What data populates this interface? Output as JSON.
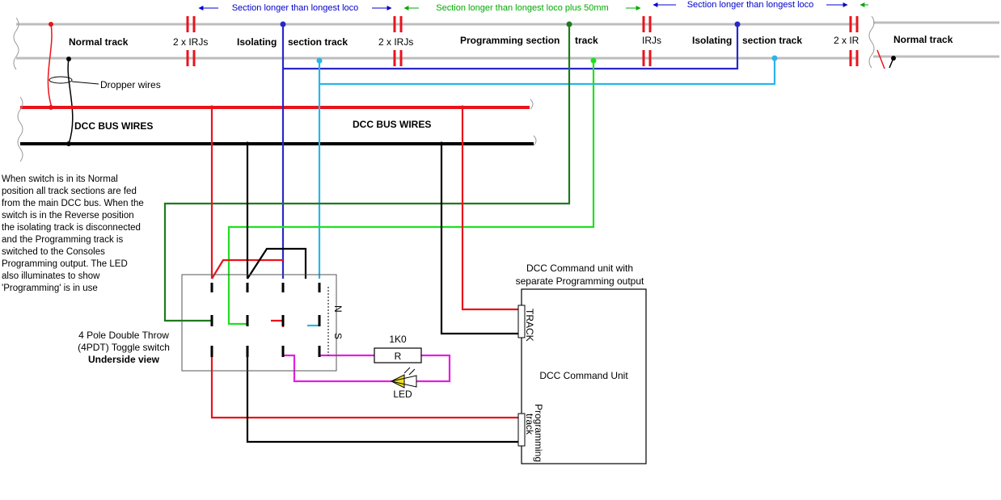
{
  "dimensions": {
    "left": "Section longer than longest loco",
    "middle": "Section longer than longest loco plus 50mm",
    "right": "Section longer than longest loco"
  },
  "track_labels": {
    "normal_left": "Normal track",
    "irj_1": "2 x IRJs",
    "isolating_1a": "Isolating",
    "isolating_1b": "section track",
    "irj_2": "2 x IRJs",
    "programming_a": "Programming section",
    "programming_b": "track",
    "irj_3": "IRJs",
    "isolating_2a": "Isolating",
    "isolating_2b": "section track",
    "irj_4": "2 x IR",
    "normal_right": "Normal track"
  },
  "dropper_label": "Dropper wires",
  "bus_labels": {
    "left": "DCC BUS WIRES",
    "right": "DCC BUS WIRES"
  },
  "note": "When switch is in its Normal position all track sections are fed from the main DCC bus. When the switch is in the Reverse position the isolating track is disconnected and the Programming track is switched to the Consoles Programming output. The LED also illuminates to show 'Programming' is in use",
  "switch": {
    "line1": "4 Pole Double Throw",
    "line2": "(4PDT) Toggle switch",
    "line3": "Underside view",
    "pos_n": "N",
    "pos_s": "S"
  },
  "resistor": {
    "value": "1K0",
    "label": "R"
  },
  "led_label": "LED",
  "command_unit": {
    "header1": "DCC Command unit with",
    "header2": "separate Programming output",
    "title": "DCC Command Unit",
    "track_port": "TRACK",
    "prog_port_1": "Programming",
    "prog_port_2": "track"
  },
  "colors": {
    "red": "#e8141c",
    "black": "#000000",
    "blue": "#2828c8",
    "cyan": "#2ab4e8",
    "green": "#1e7a1e",
    "lime": "#22dd22",
    "magenta": "#e020e0",
    "rail": "#bdbdbd"
  }
}
